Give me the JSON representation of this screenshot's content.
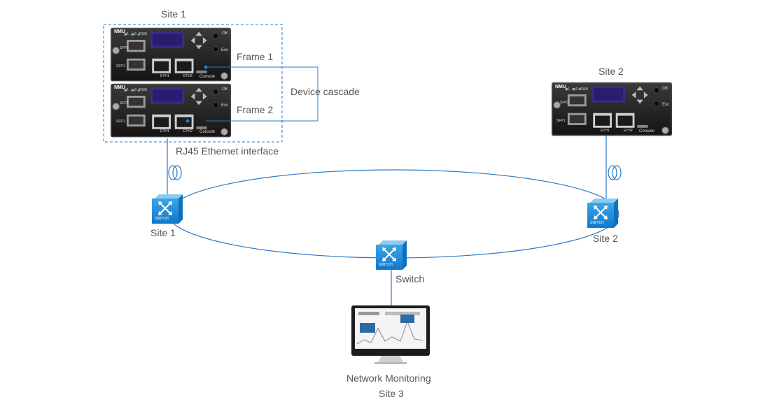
{
  "labels": {
    "site1_top": "Site 1",
    "frame1": "Frame 1",
    "frame2": "Frame 2",
    "cascade": "Device cascade",
    "rj45": "RJ45 Ethernet interface",
    "site2_top": "Site 2",
    "site1_switch": "Site 1",
    "site2_switch": "Site 2",
    "switch": "Switch",
    "monitoring_line1": "Network Monitoring",
    "monitoring_line2": "Site 3"
  },
  "device": {
    "nmu": "NMU",
    "ok": "OK",
    "esc": "Esc",
    "eth1": "ETH1",
    "eth2": "ETH2",
    "console": "Console",
    "sfp1": "SFP1",
    "sfp2": "SFP2",
    "leds": [
      "φ1",
      "φ2",
      "RUN"
    ]
  },
  "switch_icon_text": "SWITCH",
  "colors": {
    "link": "#2a78c4",
    "switch_blue": "#1a8fd6",
    "device_body": "#1e1e1e"
  }
}
